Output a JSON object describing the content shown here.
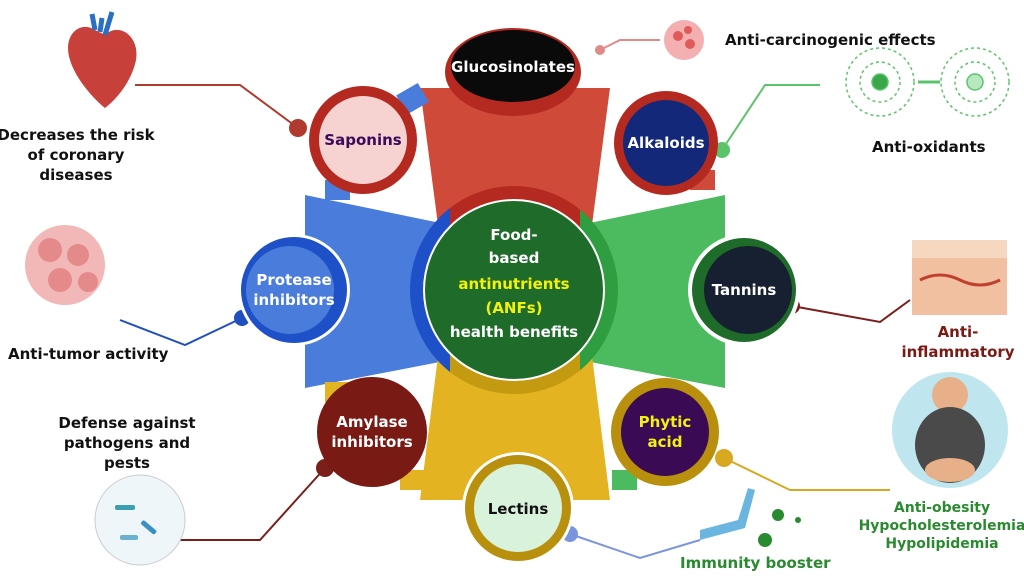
{
  "center": {
    "line1": "Food-",
    "line2": "based",
    "line3": "antinutrients",
    "line4": "(ANFs)",
    "line5": "health benefits"
  },
  "nodes": {
    "glucosinolates": "Glucosinolates",
    "saponins": "Saponins",
    "alkaloids": "Alkaloids",
    "tannins": "Tannins",
    "protease": [
      "Protease",
      "inhibitors"
    ],
    "amylase": [
      "Amylase",
      "inhibitors"
    ],
    "phytic": [
      "Phytic",
      "acid"
    ],
    "lectins": "Lectins"
  },
  "benefits": {
    "anticarcinogenic": "Anti-carcinogenic effects",
    "coronary": [
      "Decreases the risk",
      "of coronary",
      "diseases"
    ],
    "antioxidants": "Anti-oxidants",
    "antitumor": "Anti-tumor activity",
    "antiinflammatory": [
      "Anti-",
      "inflammatory"
    ],
    "defense": [
      "Defense against",
      "pathogens and",
      "pests"
    ],
    "obesity": [
      "Anti-obesity",
      "Hypocholesterolemia",
      "Hypolipidemia"
    ],
    "immunity": "Immunity booster"
  },
  "colors": {
    "red": "#d04a3a",
    "green": "#4cbb5f",
    "yellow": "#e3b321",
    "blue": "#4a7ddb",
    "center": "#1e6b2a"
  }
}
